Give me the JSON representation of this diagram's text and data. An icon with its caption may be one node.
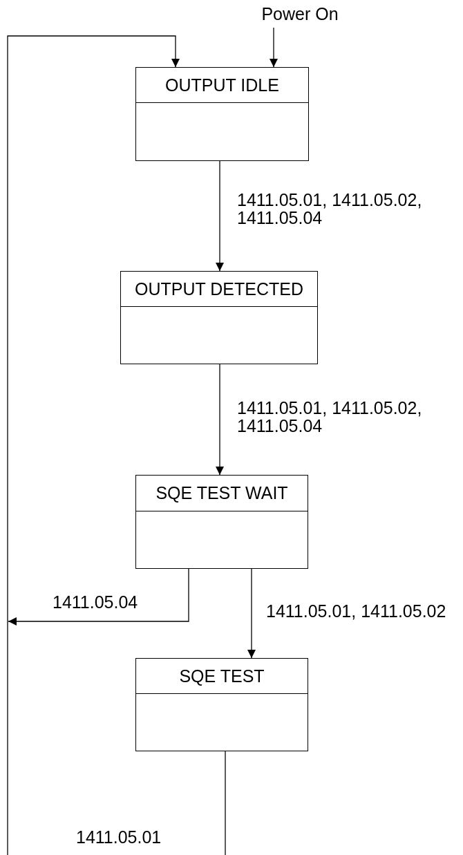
{
  "diagram": {
    "nodes": [
      {
        "text": [
          "OUTPUT IDLE"
        ]
      },
      {
        "text": [
          "OUTPUT DETECTED"
        ]
      },
      {
        "text": [
          "SQE TEST WAIT"
        ]
      },
      {
        "text": [
          "SQE TEST"
        ]
      },
      {
        "text": [
          "Power On"
        ]
      }
    ],
    "edges": [
      {
        "from": 4,
        "to": 0,
        "arrow": "to"
      },
      {
        "from": 0,
        "to": 1,
        "arrow": "to",
        "label": "1411.05.01, 1411.05.02, 1411.05.04"
      },
      {
        "from": 1,
        "to": 2,
        "arrow": "to",
        "label": "1411.05.01, 1411.05.02, 1411.05.04"
      },
      {
        "from": 2,
        "to": 3,
        "arrow": "to",
        "label": "1411.05.01, 1411.05.02"
      },
      {
        "from": 2,
        "to": null,
        "arrow": "to",
        "label": "1411.05.04"
      },
      {
        "from": 3,
        "to": null,
        "arrow": "none",
        "label": "1411.05.01"
      },
      {
        "from": null,
        "to": 0,
        "arrow": "to"
      }
    ]
  }
}
